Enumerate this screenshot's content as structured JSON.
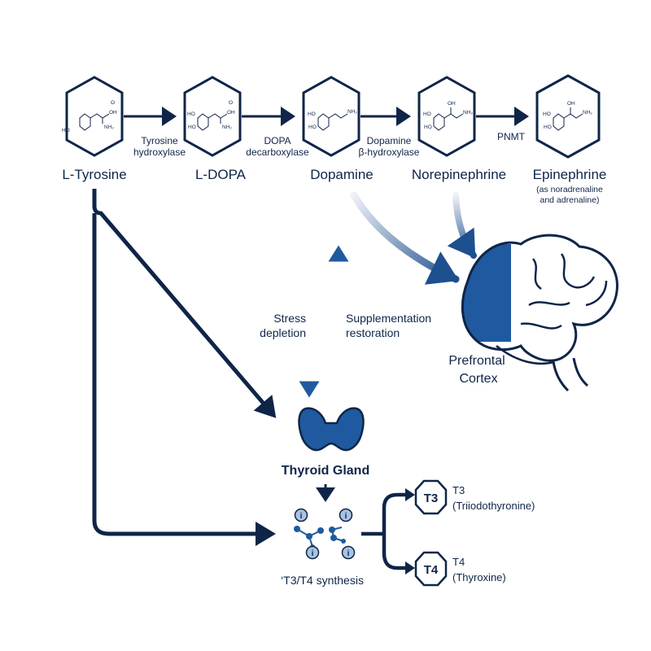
{
  "pathway": {
    "compounds": [
      {
        "name": "L-Tyrosine",
        "groups": [
          "HO",
          "OH",
          "NH₂",
          "O"
        ]
      },
      {
        "name": "L-DOPA",
        "groups": [
          "HO",
          "HO",
          "OH",
          "NH₂",
          "O"
        ]
      },
      {
        "name": "Dopamine",
        "groups": [
          "HO",
          "HO",
          "NH₂"
        ]
      },
      {
        "name": "Norepinephrine",
        "groups": [
          "HO",
          "HO",
          "OH",
          "NH₂"
        ]
      },
      {
        "name": "Epinephrine",
        "subtitle_line1": "(as noradrenaline",
        "subtitle_line2": "and adrenaline)",
        "groups": [
          "HO",
          "HO",
          "OH",
          "NH₂"
        ]
      }
    ],
    "enzymes": [
      {
        "line1": "Tyrosine",
        "line2": "hydroxylase"
      },
      {
        "line1": "DOPA",
        "line2": "decarboxylase"
      },
      {
        "line1": "Dopamine",
        "line2": "β-hydroxylase"
      },
      {
        "line1": "PNMT",
        "line2": ""
      }
    ]
  },
  "brain": {
    "label_line1": "Prefrontal",
    "label_line2": "Cortex"
  },
  "stress": {
    "line1": "Stress",
    "line2": "depletion"
  },
  "supplement": {
    "line1": "Supplementation",
    "line2": "restoration"
  },
  "thyroid": {
    "label": "Thyroid Gland"
  },
  "synthesis": {
    "label": "‘T3/T4 synthesis",
    "node_letter": "i"
  },
  "hormones": [
    {
      "badge": "T3",
      "line1": "T3",
      "line2": "(Triiodothyronine)"
    },
    {
      "badge": "T4",
      "line1": "T4",
      "line2": "(Thyroxine)"
    }
  ],
  "colors": {
    "navy": "#0f2548",
    "blue": "#1f5aa0",
    "light": "#a8c2e2"
  }
}
